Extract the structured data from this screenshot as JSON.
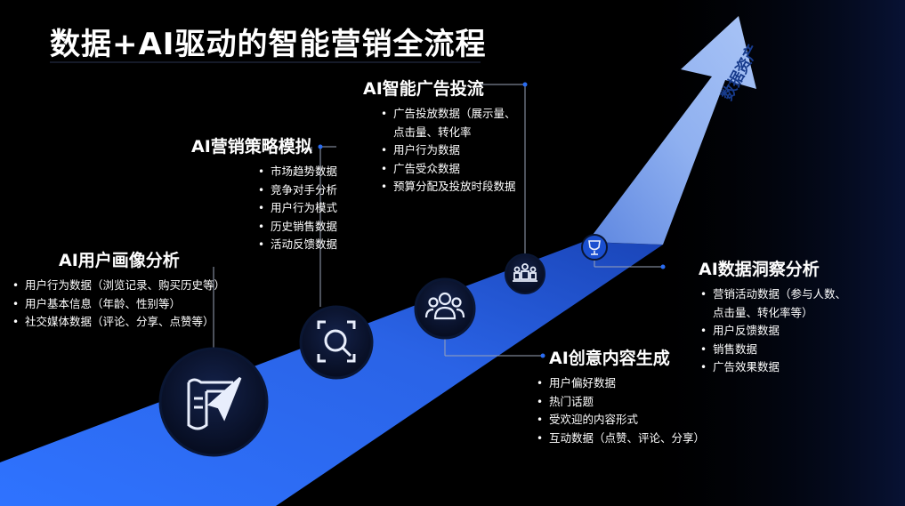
{
  "title": "数据+AI驱动的智能营销全流程",
  "arrow_label": "数据资产",
  "stages": {
    "profile": {
      "title": "AI用户画像分析",
      "items": [
        "用户行为数据（浏览记录、购买历史等）",
        "用户基本信息（年龄、性别等）",
        "社交媒体数据（评论、分享、点赞等）"
      ]
    },
    "strategy": {
      "title": "AI营销策略模拟",
      "items": [
        "市场趋势数据",
        "竞争对手分析",
        "用户行为模式",
        "历史销售数据",
        "活动反馈数据"
      ]
    },
    "ads": {
      "title": "AI智能广告投流",
      "items": [
        "广告投放数据（展示量、",
        "点击量、转化率",
        "用户行为数据",
        "广告受众数据",
        "预算分配及投放时段数据"
      ]
    },
    "creative": {
      "title": "AI创意内容生成",
      "items": [
        "用户偏好数据",
        "热门话题",
        "受欢迎的内容形式",
        "互动数据（点赞、评论、分享）"
      ]
    },
    "insight": {
      "title": "AI数据洞察分析",
      "items": [
        "营销活动数据（参与人数、",
        "点击量、转化率等）",
        "用户反馈数据",
        "销售数据",
        "广告效果数据"
      ]
    }
  },
  "colors": {
    "band": "#2a6cf2",
    "arrow": "#8fb3f2",
    "node": "#0c1633",
    "accent": "#1d5fe6"
  }
}
